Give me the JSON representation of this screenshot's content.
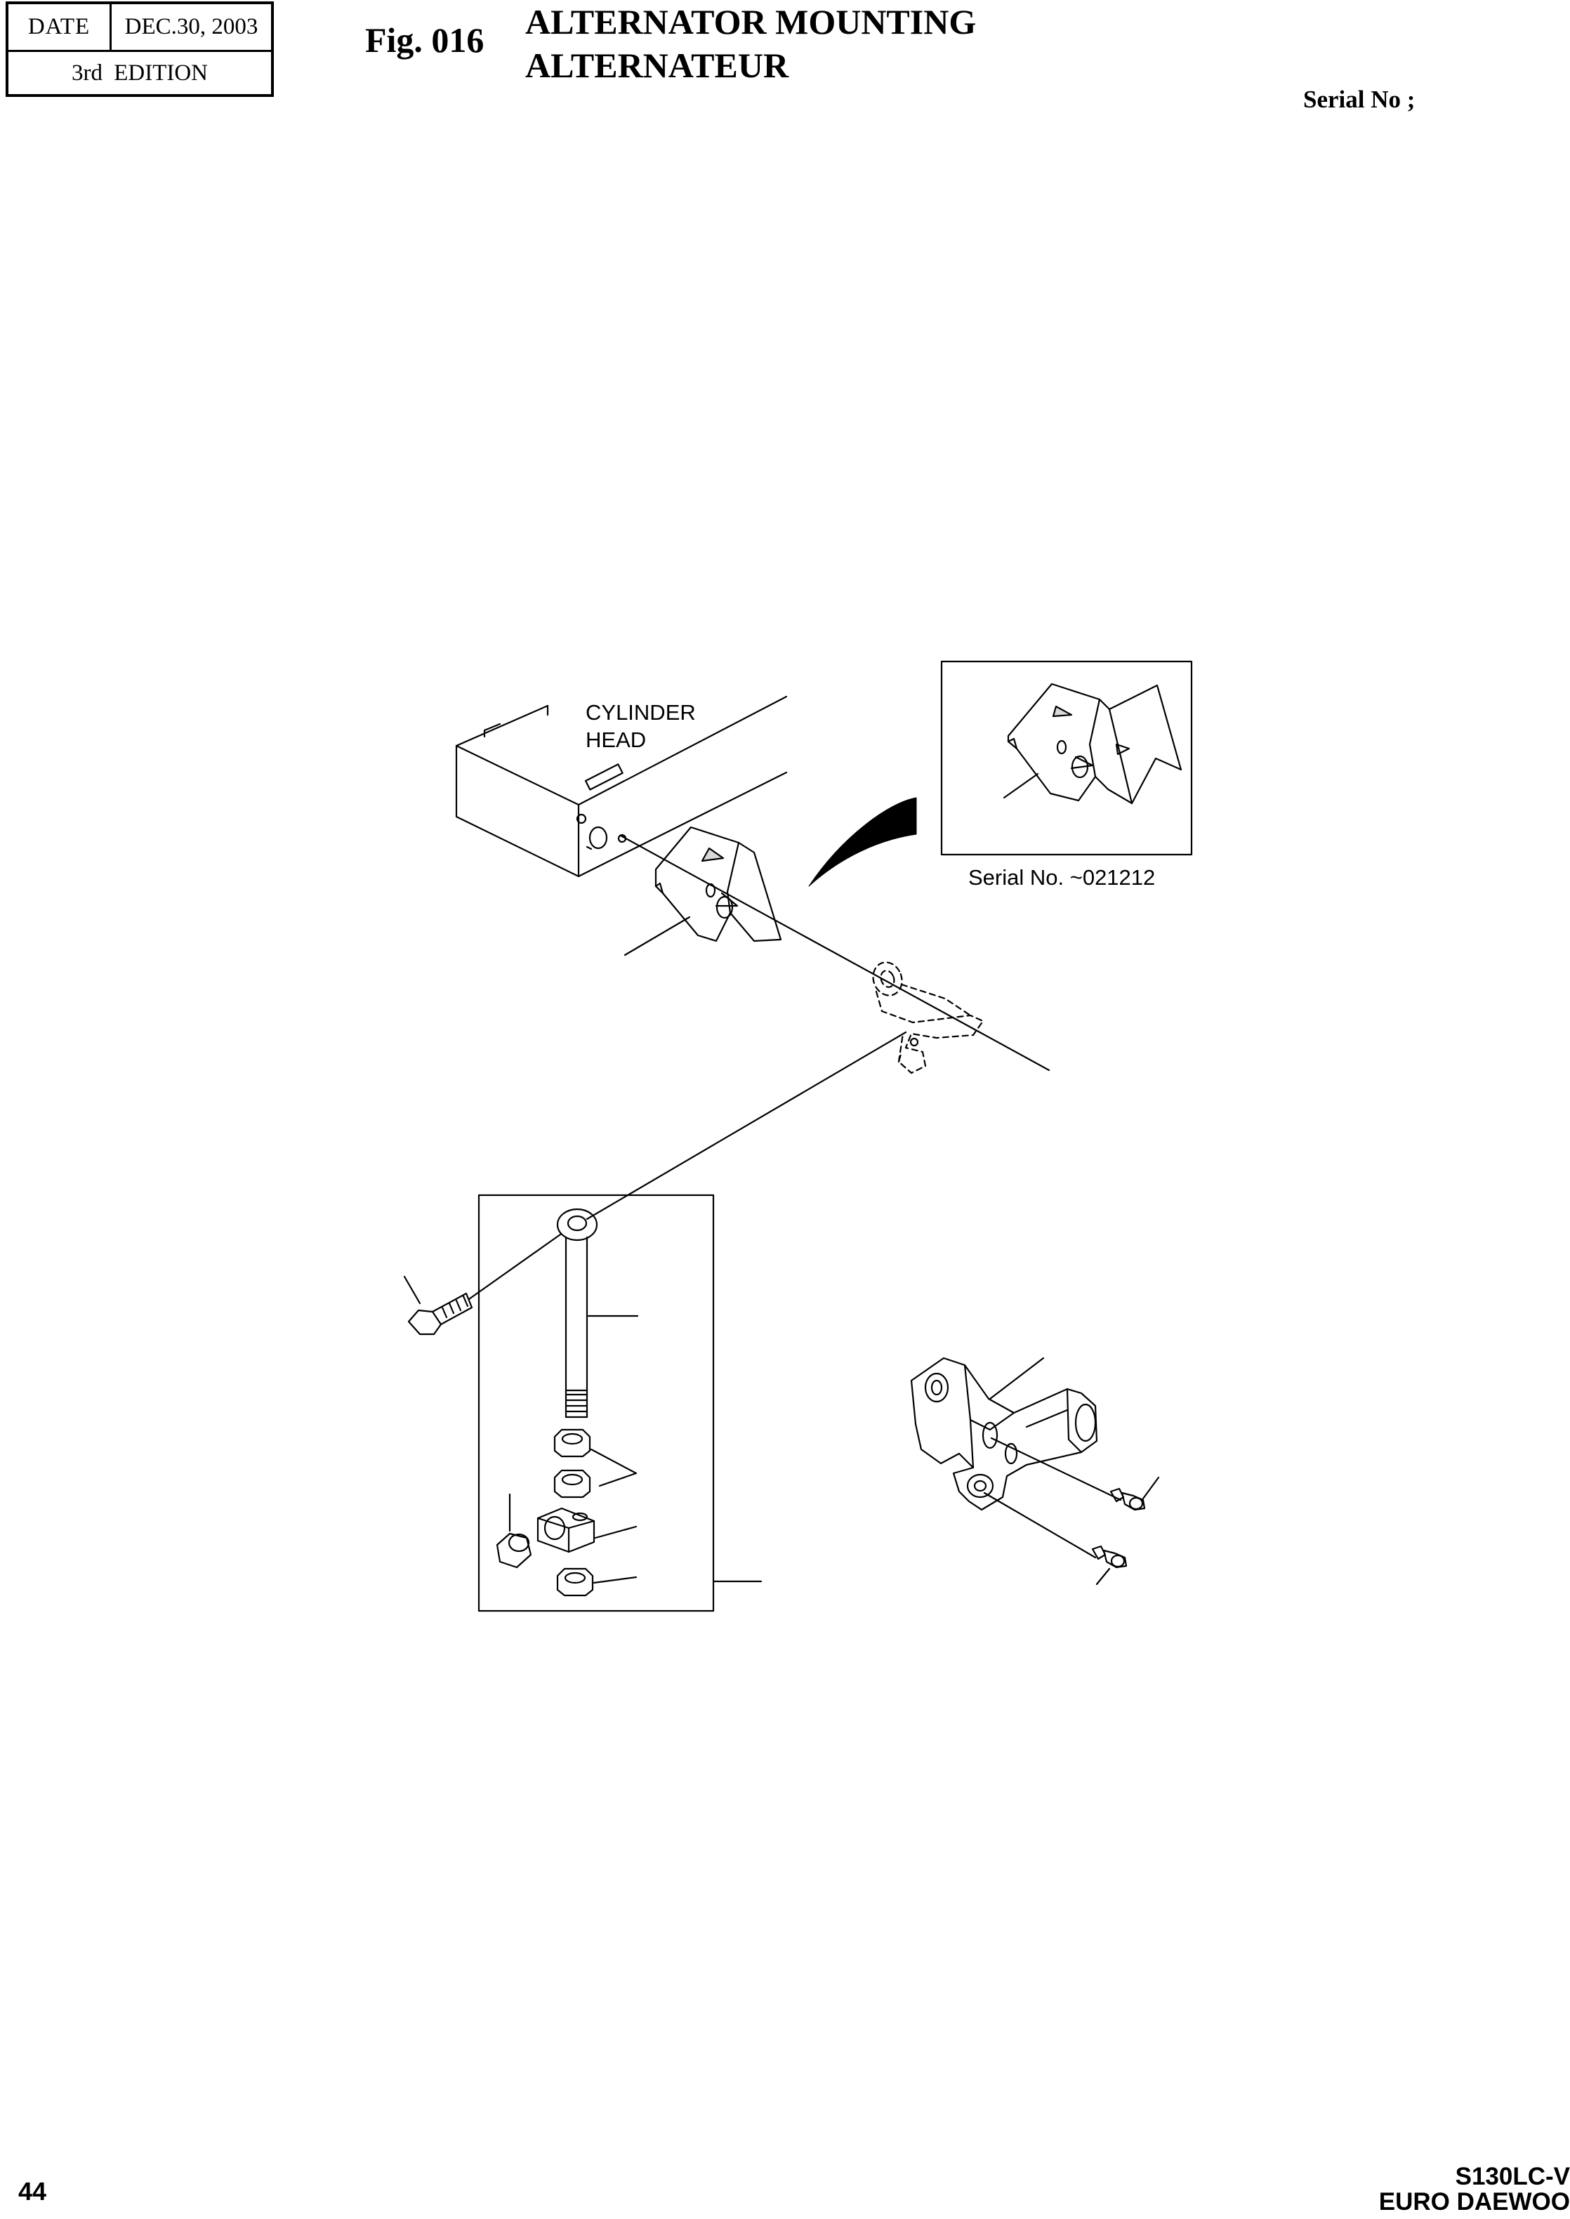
{
  "header": {
    "date_label": "DATE",
    "date_value": "DEC.30, 2003",
    "edition": "3rd EDITION"
  },
  "figure": {
    "number": "Fig. 016",
    "title_en": "ALTERNATOR MOUNTING",
    "title_fr": "ALTERNATEUR"
  },
  "serial_label": "Serial No ;",
  "drawing": {
    "cylinder_head_line1": "CYLINDER",
    "cylinder_head_line2": "HEAD",
    "inset_caption": "Serial No. ~021212"
  },
  "footer": {
    "page_number": "44",
    "model": "S130LC-V",
    "brand": "EURO DAEWOO"
  }
}
